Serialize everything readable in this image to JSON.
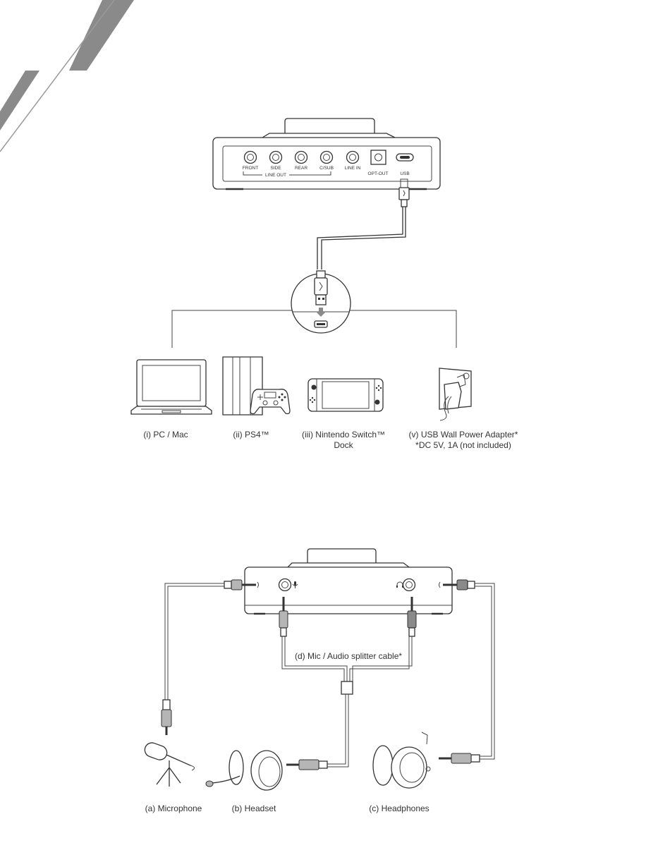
{
  "top_panel": {
    "ports": [
      "FRONT",
      "SIDE",
      "REAR",
      "C/SUB",
      "LINE IN",
      "OPT-OUT",
      "USB"
    ],
    "group_label": "LINE OUT"
  },
  "devices": [
    {
      "label": "(i) PC / Mac",
      "icon": "laptop-icon"
    },
    {
      "label": "(ii) PS4™",
      "icon": "game-console-icon"
    },
    {
      "label_lines": [
        "(iii) Nintendo Switch™",
        "Dock"
      ],
      "icon": "handheld-console-icon"
    },
    {
      "label_lines": [
        "(v) USB Wall Power Adapter*",
        "*DC 5V, 1A (not included)"
      ],
      "icon": "wall-adapter-icon"
    }
  ],
  "splitter_label": "(d) Mic / Audio splitter cable*",
  "peripherals": [
    {
      "label": "(a) Microphone",
      "icon": "microphone-icon"
    },
    {
      "label": "(b) Headset",
      "icon": "headset-icon"
    },
    {
      "label": "(c) Headphones",
      "icon": "headphones-icon"
    }
  ],
  "colors": {
    "accent_gray": "#8a8a8a",
    "line": "#333333",
    "plug_gray": "#b5b5b5"
  }
}
